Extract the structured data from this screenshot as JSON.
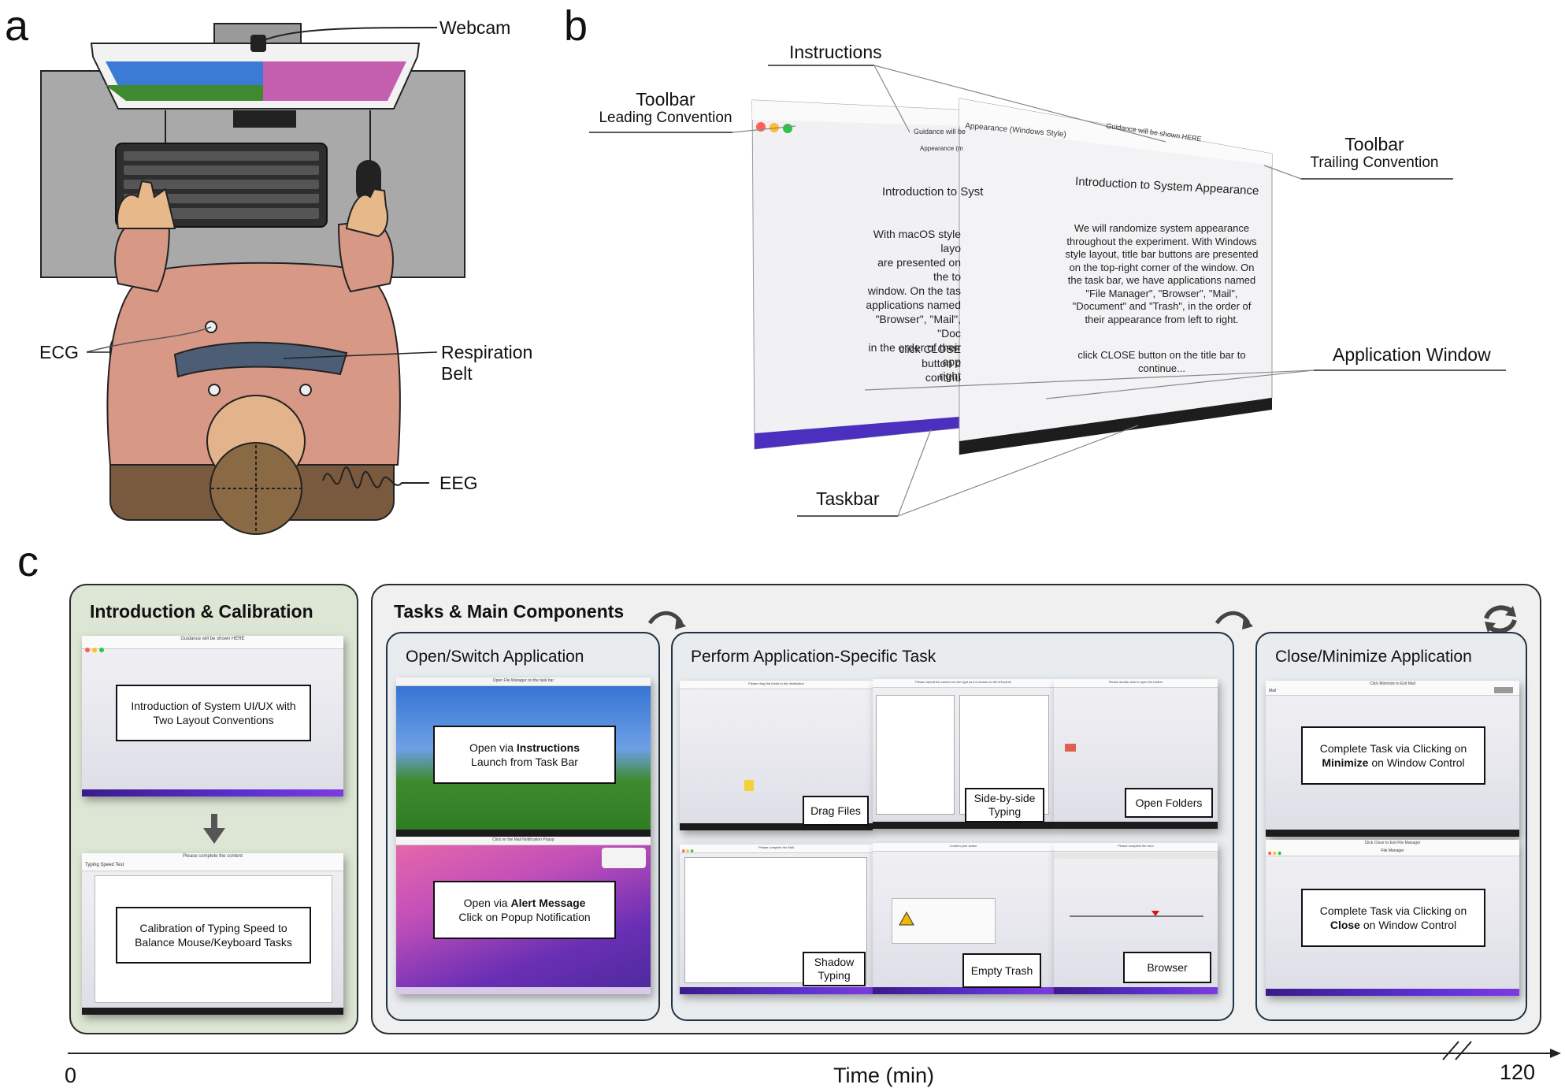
{
  "panel_letters": {
    "a": "a",
    "b": "b",
    "c": "c"
  },
  "panel_a": {
    "webcam": "Webcam",
    "ecg": "ECG",
    "respiration_1": "Respiration",
    "respiration_2": "Belt",
    "eeg": "EEG"
  },
  "panel_b": {
    "instructions": "Instructions",
    "toolbar_left_title": "Toolbar",
    "toolbar_left_sub": "Leading Convention",
    "toolbar_right_title": "Toolbar",
    "toolbar_right_sub": "Trailing Convention",
    "application_window": "Application Window",
    "taskbar": "Taskbar",
    "back_window": {
      "guidance": "Guidance will be",
      "tab": "Appearance (m",
      "heading": "Introduction to Syst",
      "body": [
        "With macOS style layo",
        "are presented on the to",
        "window. On the tas",
        "applications named",
        "\"Browser\", \"Mail\", \"Doc",
        "in the order of their app",
        "right"
      ],
      "close": [
        "click CLOSE button c",
        "continu"
      ]
    },
    "front_window": {
      "guidance": "Guidance will be shown HERE",
      "tab": "Appearance (Windows Style)",
      "heading": "Introduction to System Appearance",
      "body": [
        "We will randomize system appearance",
        "throughout the experiment. With Windows",
        "style layout, title bar buttons are presented",
        "on the top-right corner of the window. On",
        "the task bar, we have applications named",
        "\"File Manager\", \"Browser\", \"Mail\",",
        "\"Document\" and \"Trash\", in the order of",
        "their appearance from left to right."
      ],
      "close": [
        "click CLOSE button on the title bar to",
        "continue..."
      ]
    }
  },
  "panel_c": {
    "intro_group_title": "Introduction & Calibration",
    "intro_shot1_guidance": "Guidance will be shown HERE",
    "intro_box1": [
      "Introduction of System UI/UX with",
      "Two Layout Conventions"
    ],
    "intro_shot2_guidance": "Please complete the content",
    "intro_shot2_tab": "Typing Speed Test",
    "intro_box2": [
      "Calibration of Typing Speed to",
      "Balance Mouse/Keyboard Tasks"
    ],
    "tasks_group_title": "Tasks & Main Components",
    "open_title": "Open/Switch Application",
    "open_shot1_guidance": "Open File Manager on the task bar",
    "open_box1_prefix": "Open via ",
    "open_box1_bold": "Instructions",
    "open_box1_line2": "Launch from Task Bar",
    "open_shot2_guidance": "Click on the Mail Notification Popup",
    "open_box2_prefix": "Open via ",
    "open_box2_bold": "Alert Message",
    "open_box2_line2": "Click on Popup Notification",
    "perform_title": "Perform Application-Specific Task",
    "perform_labels": {
      "drag": "Drag Files",
      "side_1": "Side-by-side",
      "side_2": "Typing",
      "folders": "Open Folders",
      "shadow_1": "Shadow",
      "shadow_2": "Typing",
      "trash": "Empty Trash",
      "browser": "Browser"
    },
    "perform_guidance": {
      "drag": "Please drag the folder to the destination",
      "side": "Please repeat the content on the right as it is shown on the left panel",
      "folders": "Please double click to open the folders",
      "shadow": "Please complete the Mail",
      "trash": "Confirm your action",
      "browser": "Please complete the form"
    },
    "close_title": "Close/Minimize Application",
    "close_shot1_guidance": "Click Minimize to Exit Mail",
    "close_shot1_tab": "Mail",
    "close_box1_prefix": "Complete Task via Clicking on",
    "close_box1_bold": "Minimize",
    "close_box1_suffix": " on Window Control",
    "close_shot2_guidance": "Click Close to Exit File Manager",
    "close_shot2_tab": "File Manager",
    "close_box2_prefix": "Complete Task via Clicking on",
    "close_box2_bold": "Close",
    "close_box2_suffix": " on Window Control"
  },
  "timeline": {
    "start": "0",
    "label": "Time (min)",
    "end": "120"
  },
  "colors": {
    "intro_bg": "#dde6d5",
    "tasks_bg": "#f0f0f0",
    "sub_border": "#203244",
    "skin": "#d4947f",
    "hair": "#8a6a44",
    "belt": "#4c5e75",
    "desk": "#a7a7a7"
  }
}
